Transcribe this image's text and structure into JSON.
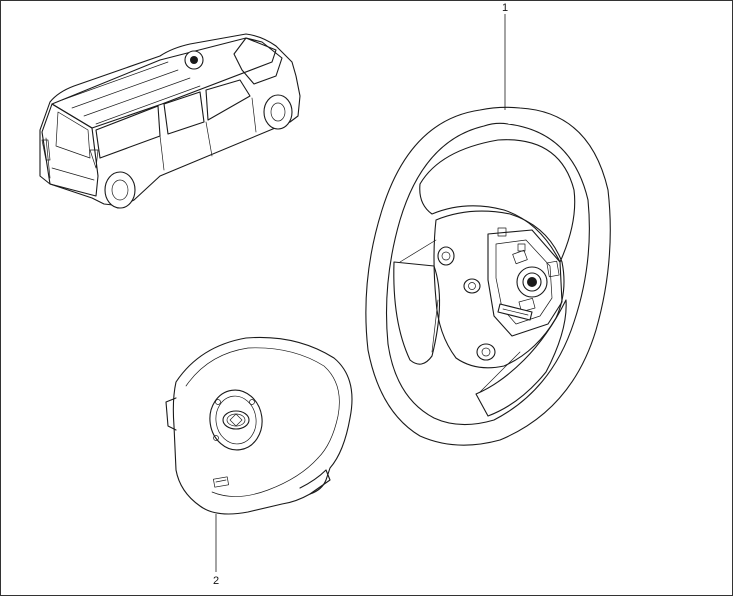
{
  "callouts": [
    {
      "id": "1",
      "label": "1"
    },
    {
      "id": "2",
      "label": "2"
    }
  ],
  "parts": [
    {
      "callout": "1",
      "icon": "steering-wheel-icon"
    },
    {
      "callout": "2",
      "icon": "airbag-module-icon"
    }
  ],
  "location_view": {
    "icon": "vehicle-location-icon"
  },
  "colors": {
    "line": "#1a1a1a",
    "background": "#ffffff",
    "frame": "#333333"
  }
}
